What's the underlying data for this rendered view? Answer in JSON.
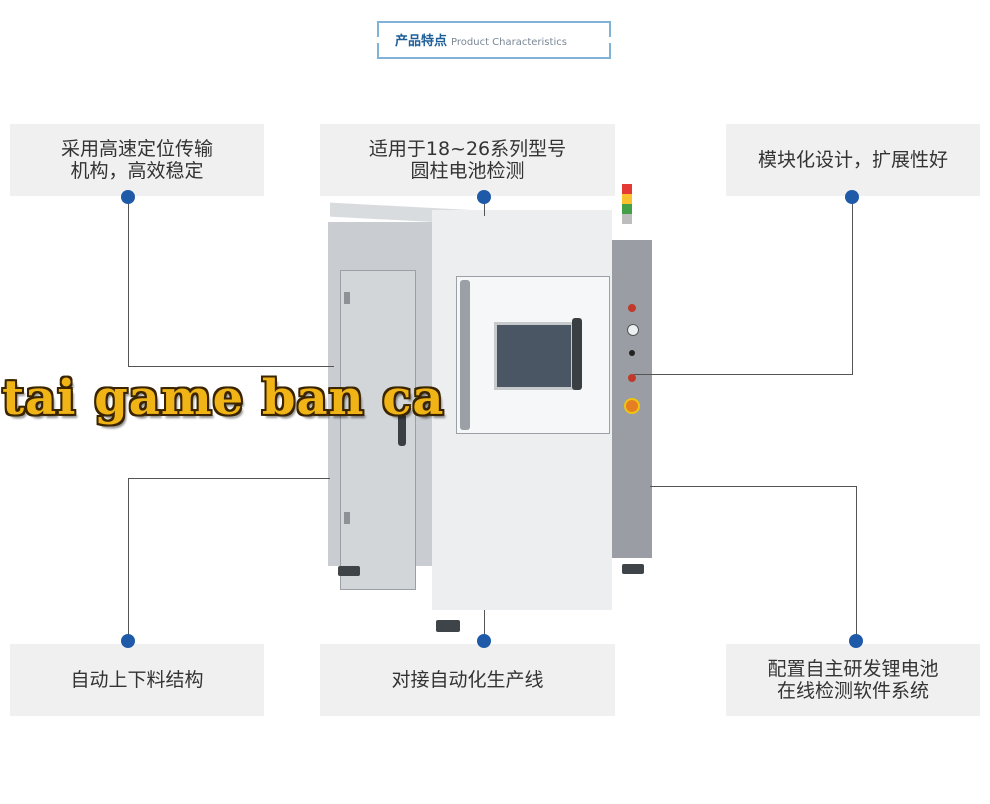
{
  "header": {
    "title_cn": "产品特点",
    "title_en": "Product Characteristics"
  },
  "features": {
    "top_left": [
      "采用高速定位传输",
      "机构，高效稳定"
    ],
    "top_center": [
      "适用于18~26系列型号",
      "圆柱电池检测"
    ],
    "top_right": [
      "模块化设计，扩展性好"
    ],
    "bottom_left": [
      "自动上下料结构"
    ],
    "bottom_center": [
      "对接自动化生产线"
    ],
    "bottom_right": [
      "配置自主研发锂电池",
      "在线检测软件系统"
    ]
  },
  "watermark": "tai game ban ca",
  "colors": {
    "dot": "#1e5aa8",
    "header_accent": "#1f5f99",
    "box_bg": "#f0f0f0",
    "watermark": "#f1b417"
  }
}
